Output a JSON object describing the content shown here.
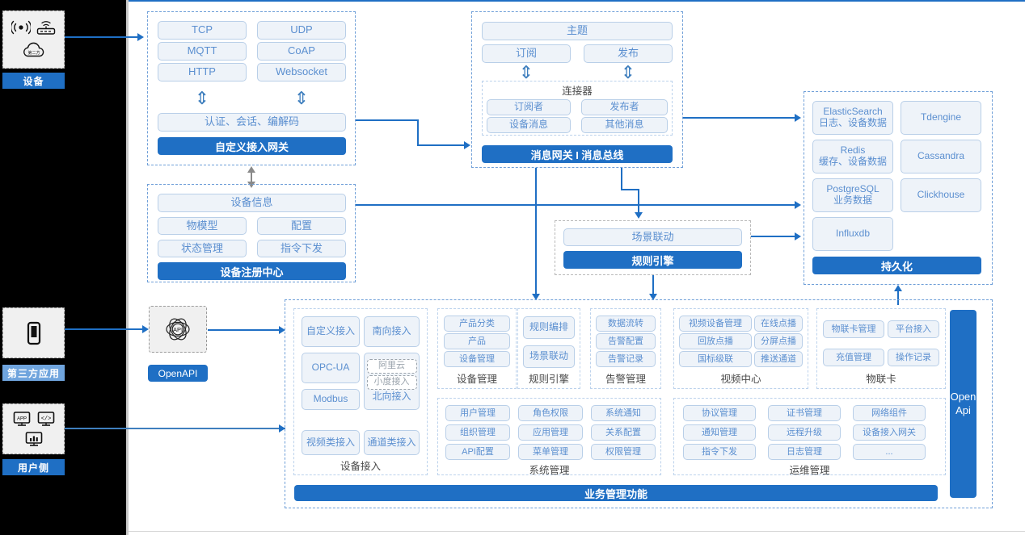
{
  "actors": [
    {
      "name": "device",
      "label": "设备",
      "icons": [
        "signal-icon",
        "router-icon",
        "cloud-icon"
      ]
    },
    {
      "name": "third-party-app",
      "label": "第三方应用",
      "icons": [
        "mobile-icon"
      ]
    },
    {
      "name": "user-side",
      "label": "用户侧",
      "icons": [
        "app-monitor-icon",
        "code-monitor-icon",
        "chart-monitor-icon"
      ]
    }
  ],
  "access_gateway": {
    "protocols": [
      "TCP",
      "UDP",
      "MQTT",
      "CoAP",
      "HTTP",
      "Websocket"
    ],
    "middle": "认证、会话、编解码",
    "title": "自定义接入网关"
  },
  "message_gateway": {
    "topic": "主题",
    "subscribe": "订阅",
    "publish": "发布",
    "connector_title": "连接器",
    "connector_items": [
      "订阅者",
      "发布者",
      "设备消息",
      "其他消息"
    ],
    "title": "消息网关 I 消息总线"
  },
  "device_registry": {
    "info": "设备信息",
    "items": [
      "物模型",
      "配置",
      "状态管理",
      "指令下发"
    ],
    "title": "设备注册中心"
  },
  "rule_engine": {
    "scene": "场景联动",
    "title": "规则引擎"
  },
  "persistence": {
    "stores": [
      {
        "name": "ElasticSearch",
        "desc": "日志、设备数据"
      },
      {
        "name": "Tdengine",
        "desc": ""
      },
      {
        "name": "Redis",
        "desc": "缓存、设备数据"
      },
      {
        "name": "Cassandra",
        "desc": ""
      },
      {
        "name": "PostgreSQL",
        "desc": "业务数据"
      },
      {
        "name": "Clickhouse",
        "desc": ""
      },
      {
        "name": "Influxdb",
        "desc": ""
      }
    ],
    "title": "持久化"
  },
  "openapi": {
    "icon": "api-atom-icon",
    "label": "OpenAPI"
  },
  "open_api_bar": {
    "line1": "Open",
    "line2": "Api"
  },
  "business": {
    "bottom_bar": "业务管理功能",
    "columns": [
      {
        "caption": "设备接入",
        "items": [
          "自定义接入",
          "南向接入",
          "OPC-UA",
          "阿里云",
          "小度接入",
          "北向接入",
          "Modbus",
          "视频类接入",
          "通道类接入"
        ]
      },
      {
        "caption": "设备管理",
        "items": [
          "产品分类",
          "产品",
          "设备管理"
        ]
      },
      {
        "caption": "规则引擎",
        "items": [
          "规则编排",
          "场景联动"
        ]
      },
      {
        "caption": "告警管理",
        "items": [
          "数据流转",
          "告警配置",
          "告警记录"
        ]
      },
      {
        "caption": "视频中心",
        "items": [
          "视频设备管理",
          "在线点播",
          "回放点播",
          "分屏点播",
          "国标级联",
          "推送通道"
        ]
      },
      {
        "caption": "物联卡",
        "items": [
          "物联卡管理",
          "平台接入",
          "充值管理",
          "操作记录"
        ]
      },
      {
        "caption": "系统管理",
        "items": [
          "用户管理",
          "角色权限",
          "系统通知",
          "组织管理",
          "应用管理",
          "关系配置",
          "API配置",
          "菜单管理",
          "权限管理"
        ]
      },
      {
        "caption": "运维管理",
        "items": [
          "协议管理",
          "证书管理",
          "网络组件",
          "通知管理",
          "远程升级",
          "设备接入网关",
          "指令下发",
          "日志管理",
          "..."
        ]
      }
    ]
  },
  "colors": {
    "accent": "#1f6fc4",
    "pill_fill": "#eef3f9",
    "pill_border": "#b9cfe8",
    "pill_text": "#5b8fd0",
    "dashed_group": "#6f9fd8",
    "rail_bg": "#000000"
  }
}
